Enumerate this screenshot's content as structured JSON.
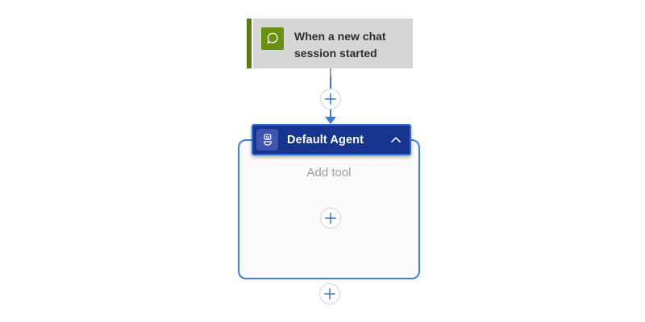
{
  "colors": {
    "canvas-bg": "#ffffff",
    "trigger-bg": "#d6d6d6",
    "trigger-accent": "#5b7c10",
    "trigger-icon-bg": "#68910f",
    "trigger-text": "#2e2e2e",
    "connector-blue": "#3b79dd",
    "connector-gray": "#9d9d9d",
    "plus-blue": "#3574d4",
    "circle-border": "#d4d4d4",
    "circle-bg": "#ffffff",
    "header-bg": "#17348e",
    "header-border": "#2f6cd2",
    "icon-tile-bg": "#3d55b0",
    "header-text": "#ffffff",
    "container-border": "#3d7fe4",
    "container-bg": "#fbfbfb",
    "muted-text": "#9b9b9b"
  },
  "trigger_card": {
    "title": "When a new chat session started",
    "icon": "chat-session-icon"
  },
  "connector": {
    "arrow_icon": "arrow-down-icon",
    "insert_button_icon": "plus-icon"
  },
  "agent_card": {
    "title": "Default Agent",
    "icon": "agent-robot-icon",
    "collapse_icon": "chevron-up-icon",
    "placeholder": "Add tool",
    "add_tool_button_icon": "plus-icon"
  },
  "footer": {
    "add_next_button_icon": "plus-icon"
  }
}
